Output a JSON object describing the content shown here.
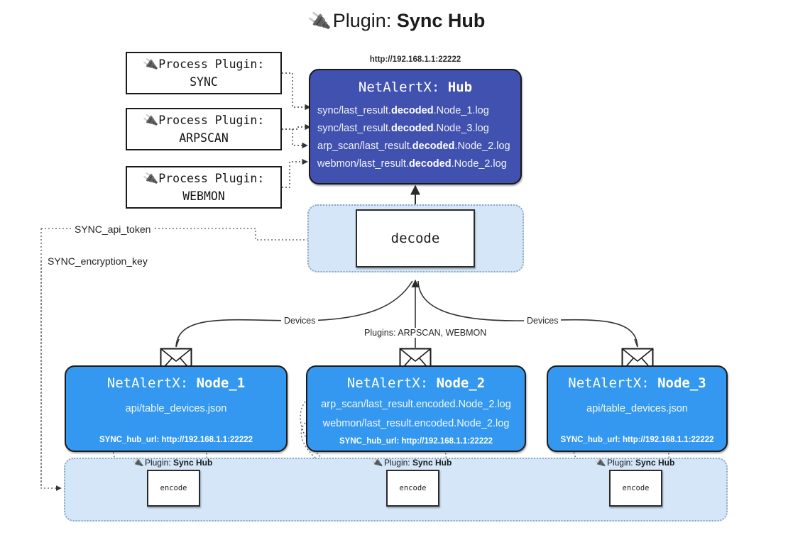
{
  "title": {
    "icon": "plug-icon",
    "lead": "Plugin: ",
    "strong": "Sync Hub"
  },
  "process_plugins": [
    {
      "line1": "Process Plugin:",
      "line2": "SYNC"
    },
    {
      "line1": "Process Plugin:",
      "line2": "ARPSCAN"
    },
    {
      "line1": "Process Plugin:",
      "line2": "WEBMON"
    }
  ],
  "hub": {
    "url": "http://192.168.1.1:22222",
    "title_lead": "NetAlertX: ",
    "title_strong": "Hub",
    "logs": [
      {
        "pre": "sync/last_result.",
        "mid": "decoded",
        "post": ".Node_1.log"
      },
      {
        "pre": "sync/last_result.",
        "mid": "decoded",
        "post": ".Node_3.log"
      },
      {
        "pre": "arp_scan/last_result.",
        "mid": "decoded",
        "post": ".Node_2.log"
      },
      {
        "pre": "webmon/last_result.",
        "mid": "decoded",
        "post": ".Node_2.log"
      }
    ]
  },
  "decode": {
    "label": "decode"
  },
  "settings": {
    "api_token": "SYNC_api_token",
    "encryption_key": "SYNC_encryption_key"
  },
  "edge_labels": {
    "devices_left": "Devices",
    "plugins_center": "Plugins: ARPSCAN, WEBMON",
    "devices_right": "Devices"
  },
  "nodes": [
    {
      "title_lead": "NetAlertX: ",
      "title_strong": "Node_1",
      "lines": [
        {
          "text": "api/table_devices.json"
        }
      ],
      "footer": "SYNC_hub_url: http://192.168.1.1:22222",
      "envelope_icon": "envelope-icon"
    },
    {
      "title_lead": "NetAlertX: ",
      "title_strong": "Node_2",
      "lines": [
        {
          "text": "arp_scan/last_result.encoded.Node_2.log"
        },
        {
          "text": "webmon/last_result.encoded.Node_2.log"
        }
      ],
      "footer": "SYNC_hub_url: http://192.168.1.1:22222",
      "envelope_icon": "envelope-icon"
    },
    {
      "title_lead": "NetAlertX: ",
      "title_strong": "Node_3",
      "lines": [
        {
          "text": "api/table_devices.json"
        }
      ],
      "footer": "SYNC_hub_url: http://192.168.1.1:22222",
      "envelope_icon": "envelope-icon"
    }
  ],
  "encoders": [
    {
      "tag_lead": "Plugin: ",
      "tag_strong": "Sync Hub",
      "label": "encode"
    },
    {
      "tag_lead": "Plugin: ",
      "tag_strong": "Sync Hub",
      "label": "encode"
    },
    {
      "tag_lead": "Plugin: ",
      "tag_strong": "Sync Hub",
      "label": "encode"
    }
  ],
  "colors": {
    "hub_fill": "#4151b0",
    "node_fill": "#3498f0",
    "container_fill": "#d4e6f8",
    "container_border": "#8aa9c4",
    "stroke": "#1a1a1a",
    "background": "#ffffff"
  }
}
